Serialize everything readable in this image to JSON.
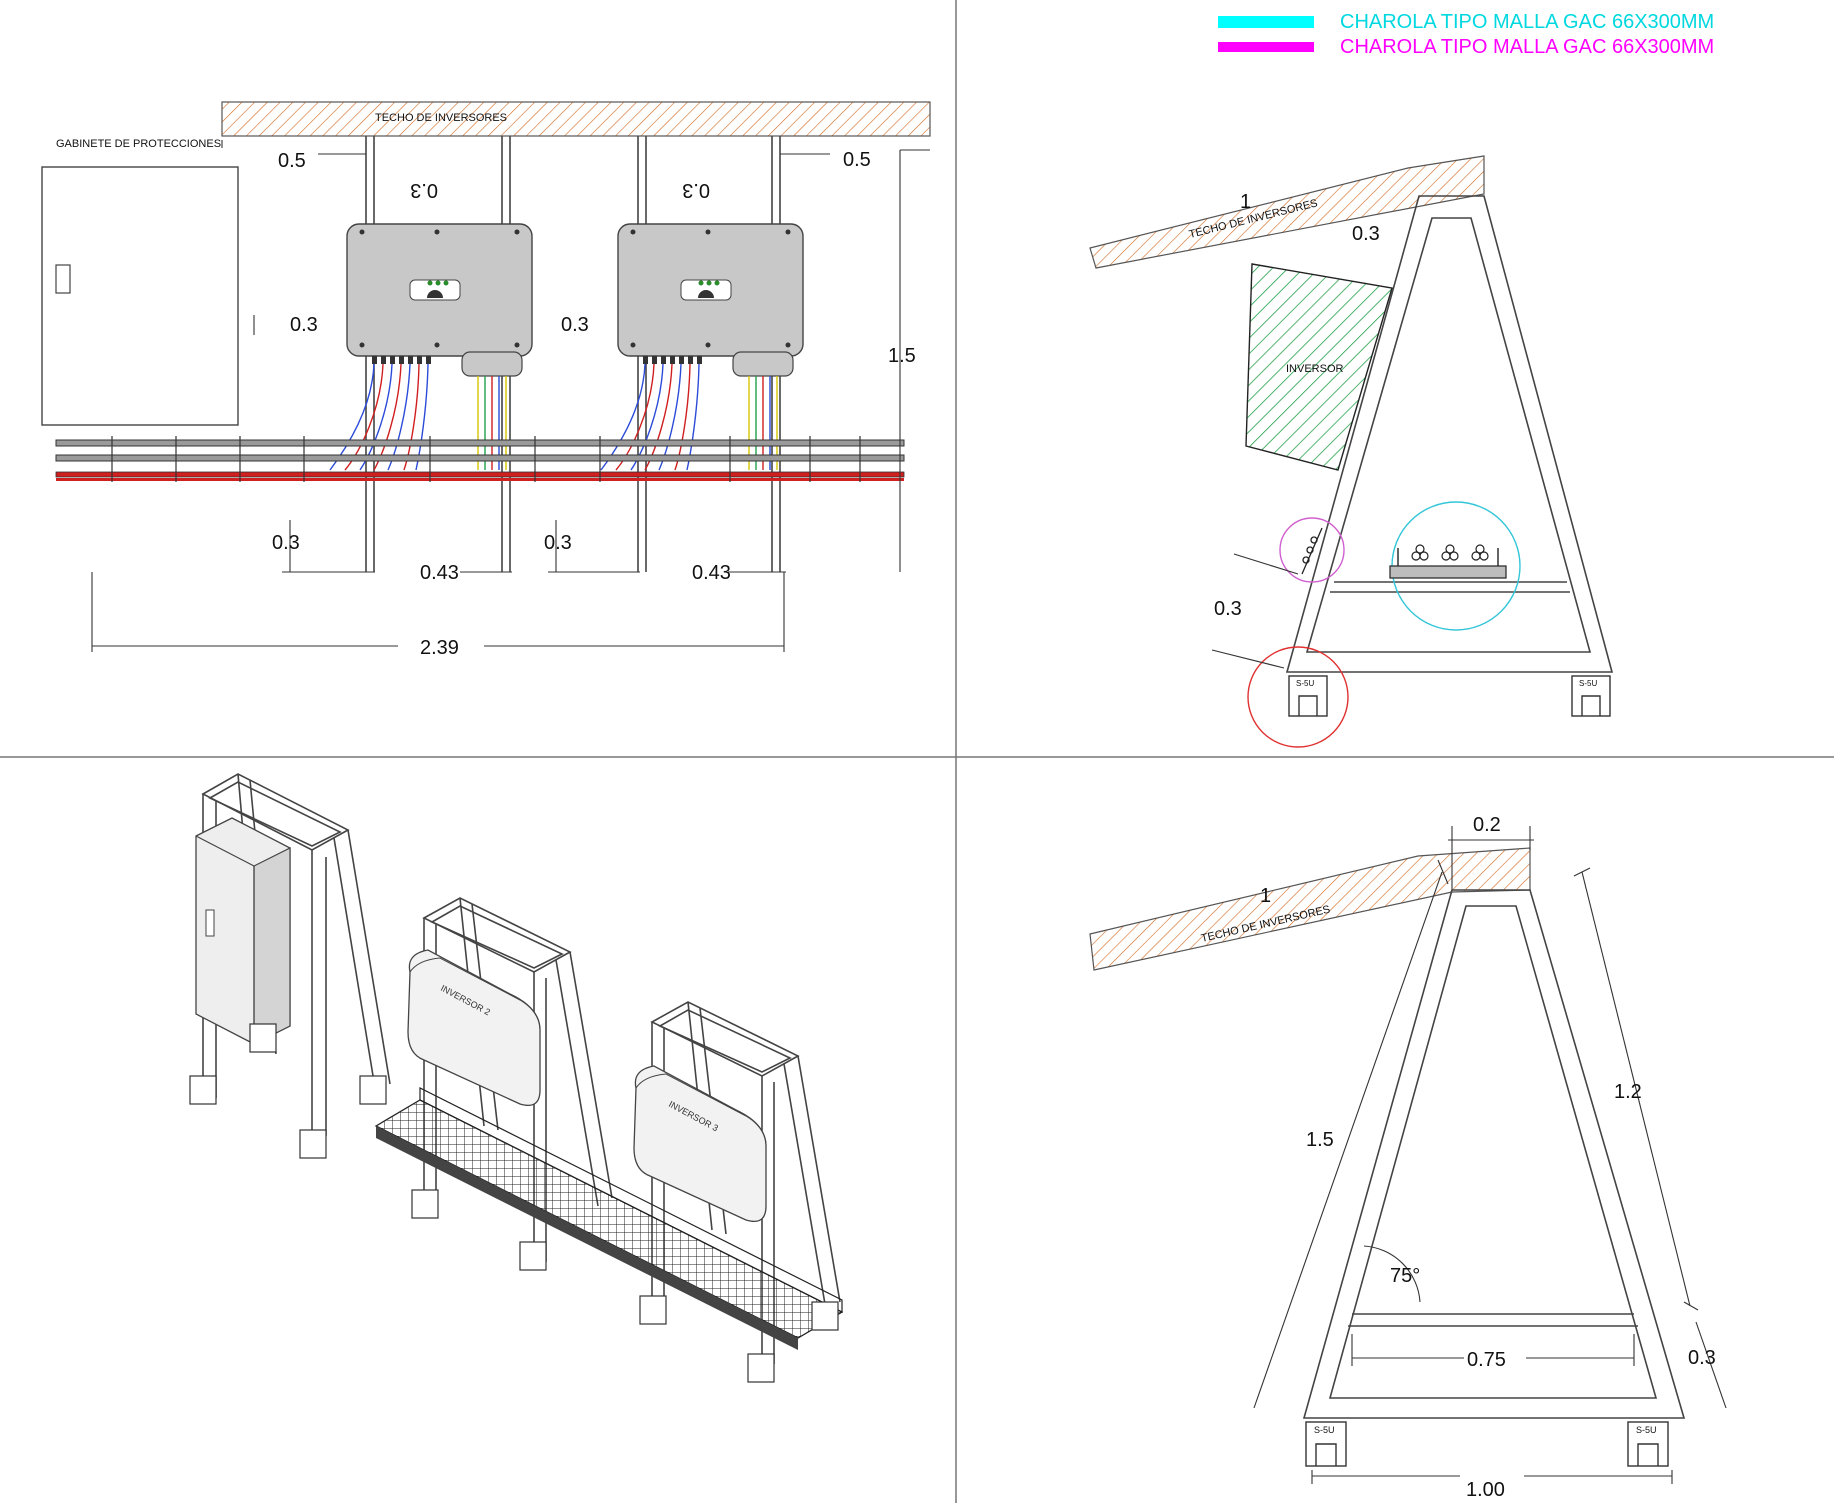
{
  "legend": {
    "cyan_label": "CHAROLA TIPO MALLA GAC 66X300MM",
    "magenta_label": "CHAROLA TIPO MALLA GAC 66X300MM",
    "cyan_color": "#00ffff",
    "magenta_color": "#ff00ff"
  },
  "colors": {
    "hatch": "#d2691e",
    "inverter_hatch": "#22a14a",
    "cable_red": "#d01f1f",
    "circle_red": "#e03030",
    "circle_cyan": "#33c6d8",
    "circle_magenta": "#d060d0",
    "inverter_body": "#c8c8c8"
  },
  "front_view": {
    "roof_label": "TECHO DE INVERSORES",
    "cabinet_label": "GABINETE DE PROTECCIONES",
    "dim_left_offset": "0.5",
    "dim_right_offset": "0.5",
    "dim_top_gap_1": "0.3",
    "dim_top_gap_2": "0.3",
    "dim_side_gap_1": "0.3",
    "dim_side_gap_2": "0.3",
    "dim_height": "1.5",
    "dim_bottom_1": "0.3",
    "dim_bottom_2": "0.3",
    "dim_span_1": "0.43",
    "dim_span_2": "0.43",
    "dim_total": "2.39"
  },
  "side_view": {
    "roof_length": "1",
    "roof_label": "TECHO DE INVERSORES",
    "dim_top": "0.3",
    "inverter_label": "INVERSOR",
    "dim_foot": "0.3",
    "foot_label": "S-5U"
  },
  "iso_view": {
    "inverter_2": "INVERSOR 2",
    "inverter_3": "INVERSOR 3"
  },
  "detail_view": {
    "roof_length": "1",
    "roof_label": "TECHO DE INVERSORES",
    "dim_top_width": "0.2",
    "dim_leg_left": "1.5",
    "dim_leg_right": "1.2",
    "dim_angle": "75°",
    "dim_crossbar": "0.75",
    "dim_crossbar_height": "0.3",
    "dim_base": "1.00",
    "foot_label": "S-5U"
  }
}
